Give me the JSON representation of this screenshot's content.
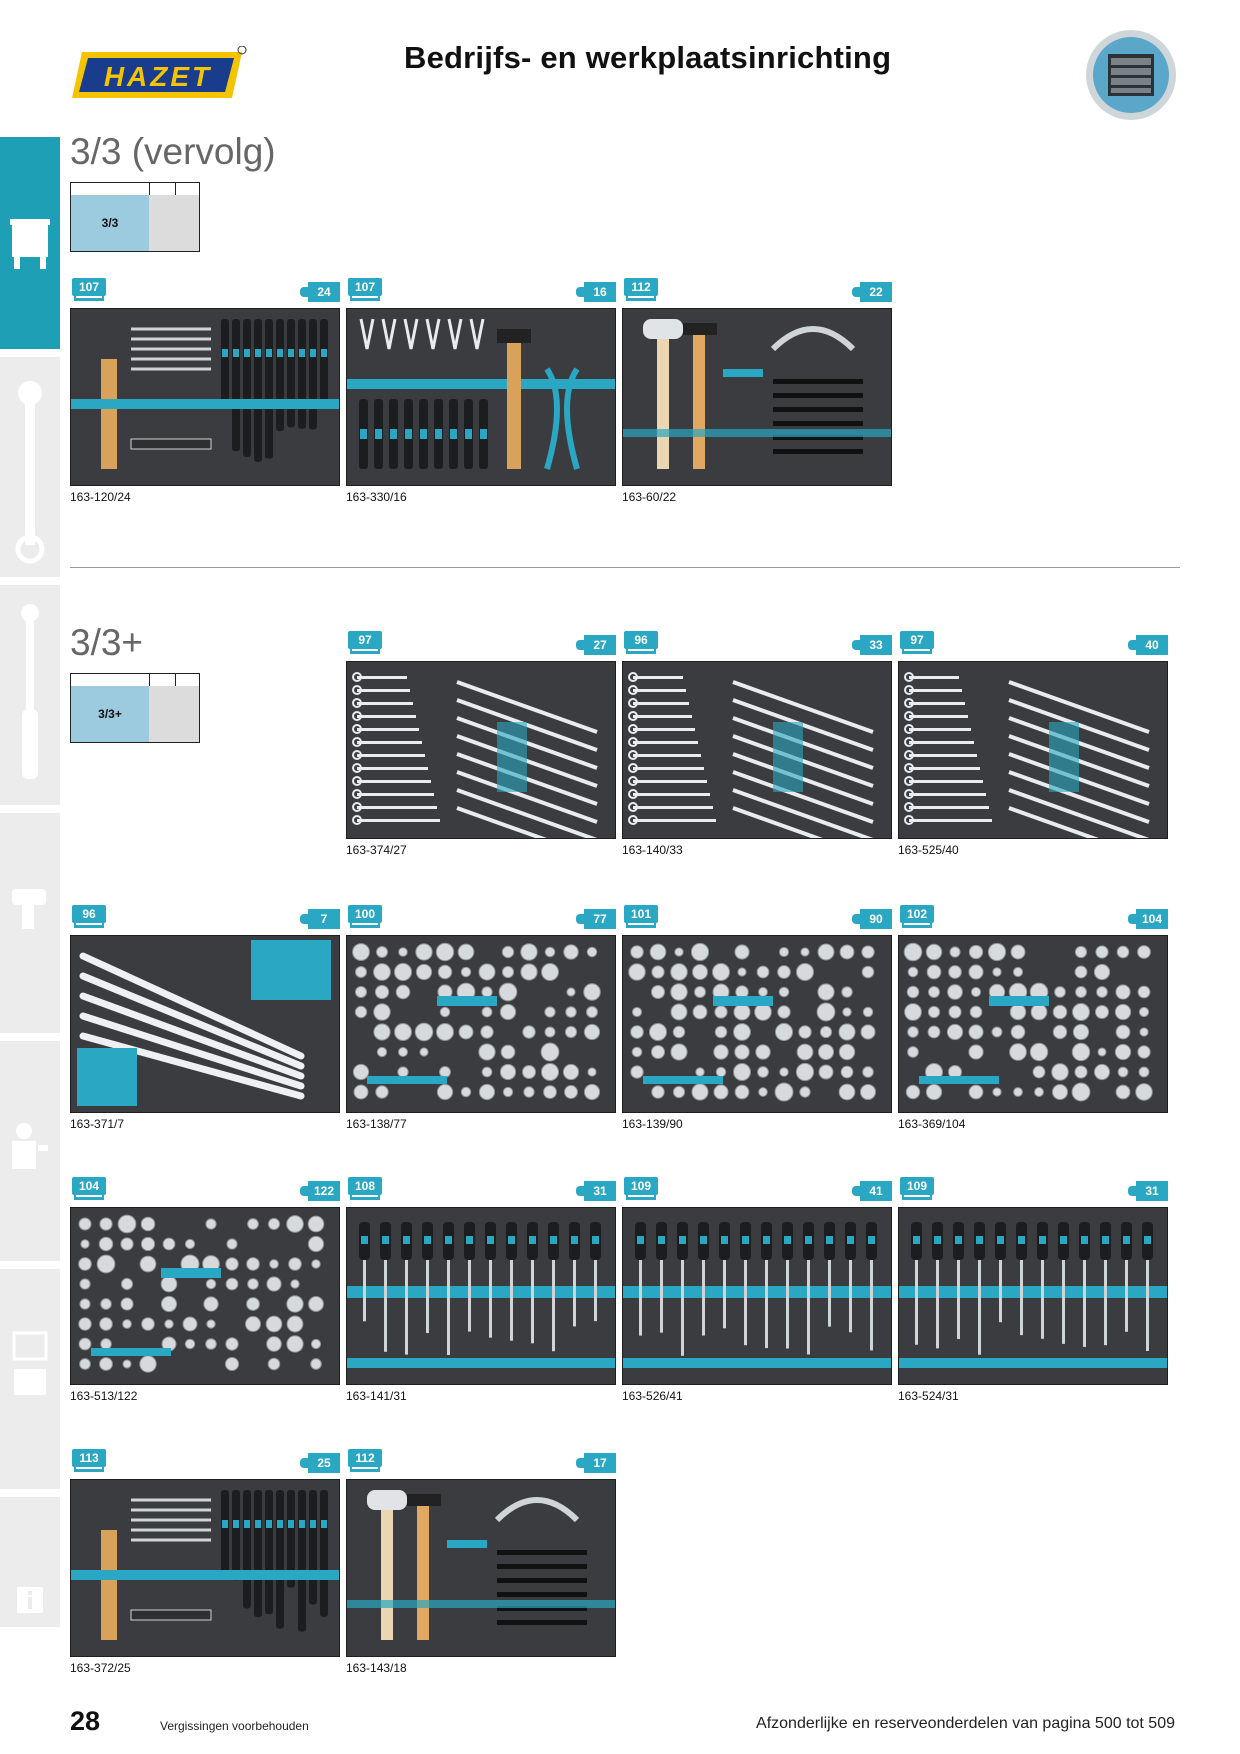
{
  "header": {
    "brand": "HAZET",
    "title": "Bedrijfs- en werkplaatsinrichting"
  },
  "sections": [
    {
      "title": "3/3 (vervolg)",
      "selector_label": "3/3"
    },
    {
      "title": "3/3+",
      "selector_label": "3/3+"
    }
  ],
  "cards": [
    {
      "page": "107",
      "qty": "24",
      "code": "163-120/24",
      "kind": "mixed"
    },
    {
      "page": "107",
      "qty": "16",
      "code": "163-330/16",
      "kind": "pliers"
    },
    {
      "page": "112",
      "qty": "22",
      "code": "163-60/22",
      "kind": "hammer"
    },
    {
      "page": "97",
      "qty": "27",
      "code": "163-374/27",
      "kind": "wrenches"
    },
    {
      "page": "96",
      "qty": "33",
      "code": "163-140/33",
      "kind": "wrenches"
    },
    {
      "page": "97",
      "qty": "40",
      "code": "163-525/40",
      "kind": "wrenches"
    },
    {
      "page": "96",
      "qty": "7",
      "code": "163-371/7",
      "kind": "bars"
    },
    {
      "page": "100",
      "qty": "77",
      "code": "163-138/77",
      "kind": "sockets"
    },
    {
      "page": "101",
      "qty": "90",
      "code": "163-139/90",
      "kind": "sockets"
    },
    {
      "page": "102",
      "qty": "104",
      "code": "163-369/104",
      "kind": "sockets"
    },
    {
      "page": "104",
      "qty": "122",
      "code": "163-513/122",
      "kind": "sockets"
    },
    {
      "page": "108",
      "qty": "31",
      "code": "163-141/31",
      "kind": "screwdrivers"
    },
    {
      "page": "109",
      "qty": "41",
      "code": "163-526/41",
      "kind": "screwdrivers"
    },
    {
      "page": "109",
      "qty": "31",
      "code": "163-524/31",
      "kind": "screwdrivers"
    },
    {
      "page": "113",
      "qty": "25",
      "code": "163-372/25",
      "kind": "mixed"
    },
    {
      "page": "112",
      "qty": "17",
      "code": "163-143/18",
      "kind": "hammer"
    }
  ],
  "footer": {
    "page_number": "28",
    "note": "Vergissingen voorbehouden",
    "right": "Afzonderlijke en reserveonderdelen van pagina 500 tot 509"
  },
  "colors": {
    "accent": "#1e9fb6",
    "badge": "#2aa7c2",
    "tray": "#3a3c3f"
  }
}
